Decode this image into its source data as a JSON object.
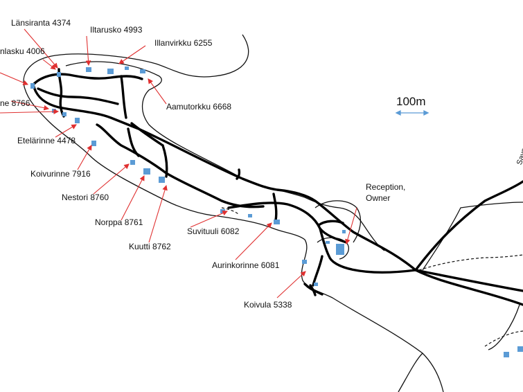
{
  "labels": {
    "lansiranta": "Länsiranta 4374",
    "iltarusko": "Iltarusko 4993",
    "illanvirkku": "Illanvirkku 6255",
    "lanlasku": "nlasku 4006",
    "aamutorkku": "Aamutorkku 6668",
    "ne8766": "ne 8766",
    "etelarinne": "Etelärinne 4478",
    "koivurinne": "Koivurinne 7916",
    "nestori": "Nestori 8760",
    "norppa": "Norppa 8761",
    "kuutti": "Kuutti 8762",
    "suvituuli": "Suvituuli 6082",
    "aurinkorinne": "Aurinkorinne 6081",
    "koivula": "Koivula 5338",
    "reception_line1": "Reception,",
    "reception_line2": "Owner"
  },
  "scale": {
    "text": "100m"
  },
  "road_name": "Savonl..",
  "colors": {
    "building": "#5b9bd5",
    "arrow": "#e03030",
    "road": "#000000"
  }
}
